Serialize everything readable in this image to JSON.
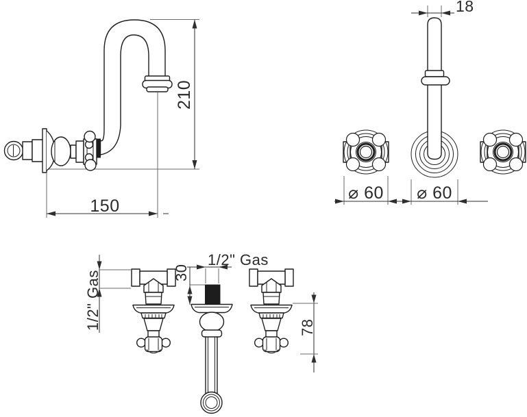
{
  "drawing": {
    "colors": {
      "background": "#ffffff",
      "object_lines": "#1d1d1d",
      "dimension_lines": "#2e2e2e"
    },
    "views": {
      "side": {
        "dimensions": {
          "height": "210",
          "reach": "150"
        }
      },
      "front": {
        "dimensions": {
          "pipe_width": "18",
          "handle_diameter": "⌀ 60",
          "rosette_diameter": "⌀ 60"
        }
      },
      "plan": {
        "dimensions": {
          "inlet_thread": "1/2\" Gas",
          "spout_thread": "1/2\" Gas",
          "thread_length": "30",
          "depth": "78"
        }
      }
    }
  }
}
